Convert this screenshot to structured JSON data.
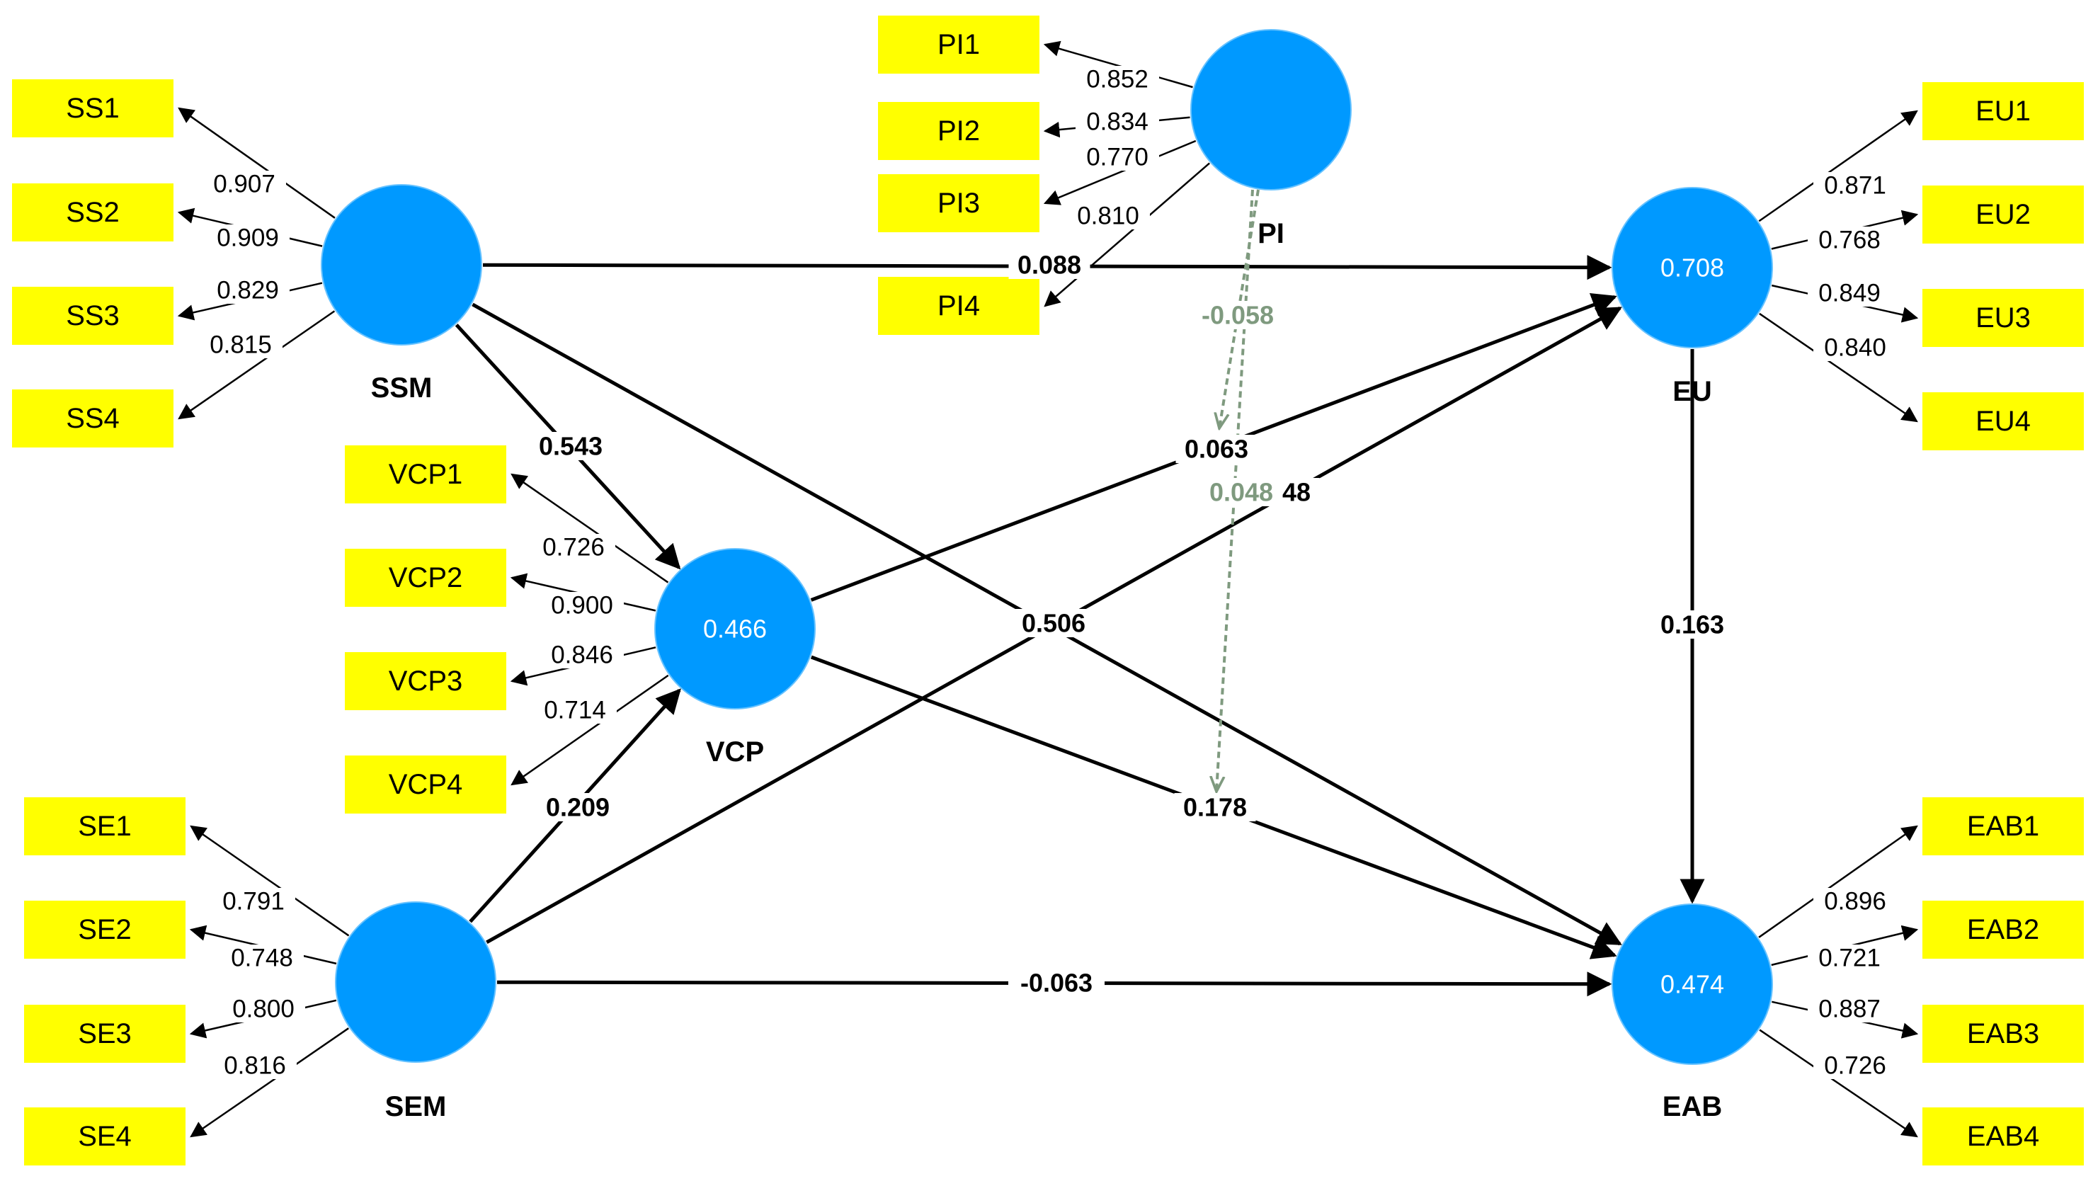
{
  "colors": {
    "indicator_fill": "#ffff00",
    "construct_fill": "#0099ff",
    "arrow": "#000000",
    "moderator_arrow": "#7f9a7f",
    "r2_text": "#ffffff"
  },
  "constructs": {
    "SSM": {
      "label": "SSM",
      "r2": ""
    },
    "PI": {
      "label": "PI",
      "r2": ""
    },
    "EU": {
      "label": "EU",
      "r2": "0.708"
    },
    "VCP": {
      "label": "VCP",
      "r2": "0.466"
    },
    "SEM": {
      "label": "SEM",
      "r2": ""
    },
    "EAB": {
      "label": "EAB",
      "r2": "0.474"
    }
  },
  "loadings": {
    "SSM": [
      {
        "indicator": "SS1",
        "value": "0.907"
      },
      {
        "indicator": "SS2",
        "value": "0.909"
      },
      {
        "indicator": "SS3",
        "value": "0.829"
      },
      {
        "indicator": "SS4",
        "value": "0.815"
      }
    ],
    "PI": [
      {
        "indicator": "PI1",
        "value": "0.852"
      },
      {
        "indicator": "PI2",
        "value": "0.834"
      },
      {
        "indicator": "PI3",
        "value": "0.770"
      },
      {
        "indicator": "PI4",
        "value": "0.810"
      }
    ],
    "EU": [
      {
        "indicator": "EU1",
        "value": "0.871"
      },
      {
        "indicator": "EU2",
        "value": "0.768"
      },
      {
        "indicator": "EU3",
        "value": "0.849"
      },
      {
        "indicator": "EU4",
        "value": "0.840"
      }
    ],
    "VCP": [
      {
        "indicator": "VCP1",
        "value": "0.726"
      },
      {
        "indicator": "VCP2",
        "value": "0.900"
      },
      {
        "indicator": "VCP3",
        "value": "0.846"
      },
      {
        "indicator": "VCP4",
        "value": "0.714"
      }
    ],
    "SEM": [
      {
        "indicator": "SE1",
        "value": "0.791"
      },
      {
        "indicator": "SE2",
        "value": "0.748"
      },
      {
        "indicator": "SE3",
        "value": "0.800"
      },
      {
        "indicator": "SE4",
        "value": "0.816"
      }
    ],
    "EAB": [
      {
        "indicator": "EAB1",
        "value": "0.896"
      },
      {
        "indicator": "EAB2",
        "value": "0.721"
      },
      {
        "indicator": "EAB3",
        "value": "0.887"
      },
      {
        "indicator": "EAB4",
        "value": "0.726"
      }
    ]
  },
  "paths": [
    {
      "from": "SSM",
      "to": "EU",
      "value": "0.088"
    },
    {
      "from": "SSM",
      "to": "VCP",
      "value": "0.543"
    },
    {
      "from": "SSM",
      "to": "EAB",
      "value": "0.506"
    },
    {
      "from": "VCP",
      "to": "EU",
      "value": "0.063"
    },
    {
      "from": "VCP",
      "to": "EAB",
      "value": "0.178"
    },
    {
      "from": "SEM",
      "to": "VCP",
      "value": "0.209"
    },
    {
      "from": "SEM",
      "to": "EU",
      "value": "0.048"
    },
    {
      "from": "SEM",
      "to": "EAB",
      "value": "-0.063"
    },
    {
      "from": "EU",
      "to": "EAB",
      "value": "0.163"
    }
  ],
  "moderations": [
    {
      "from": "PI",
      "to": "VCP-EU path",
      "value": "-0.058"
    },
    {
      "from": "PI",
      "to": "VCP-EAB path",
      "value": "0.048"
    }
  ]
}
